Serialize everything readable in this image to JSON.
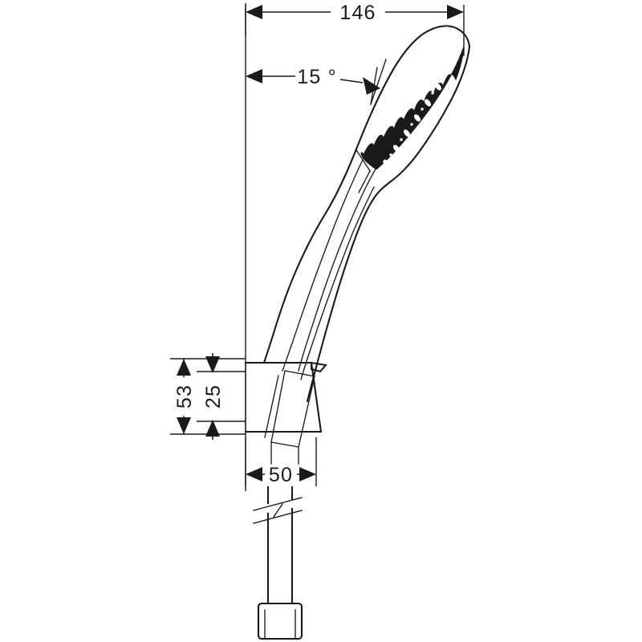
{
  "drawing": {
    "title": "Hand shower technical dimension drawing",
    "product": "hand shower with wall bracket and hose",
    "background_color": "#ffffff",
    "line_color": "#1a1a1a",
    "letterbox_color": "#000000",
    "projection": "side elevation",
    "units": "mm"
  },
  "dimensions": {
    "overall_length": {
      "label": "146",
      "orientation": "horizontal",
      "position": "top",
      "arrow_style": "outward",
      "units": "mm"
    },
    "spray_angle": {
      "label": "15 °",
      "orientation": "angular",
      "position": "upper",
      "arrow_style": "outward",
      "units": "degrees"
    },
    "bracket_total_height": {
      "label": "53",
      "orientation": "vertical",
      "position": "left-outer",
      "arrow_style": "outward",
      "units": "mm"
    },
    "bracket_inner_height": {
      "label": "25",
      "orientation": "vertical",
      "position": "left-inner",
      "arrow_style": "inward",
      "units": "mm"
    },
    "bracket_projection": {
      "label": "50",
      "orientation": "horizontal",
      "position": "bottom",
      "arrow_style": "outward",
      "units": "mm"
    }
  },
  "features": {
    "wall_line": "vertical reference wall at left of product",
    "spray_face": "scalloped spray disc with teardrop nozzles",
    "handle": "curved ergonomic handle",
    "bracket": "tilted trapezoidal wall bracket",
    "hose": "flexible hose shown with break symbol",
    "hose_end": "rectangular hose connector fitting"
  },
  "icons": {
    "arrow_left": "arrow-left-icon",
    "arrow_right": "arrow-right-icon",
    "arrow_up": "arrow-up-icon",
    "arrow_down": "arrow-down-icon",
    "break_symbol": "hose-break-symbol-icon"
  }
}
